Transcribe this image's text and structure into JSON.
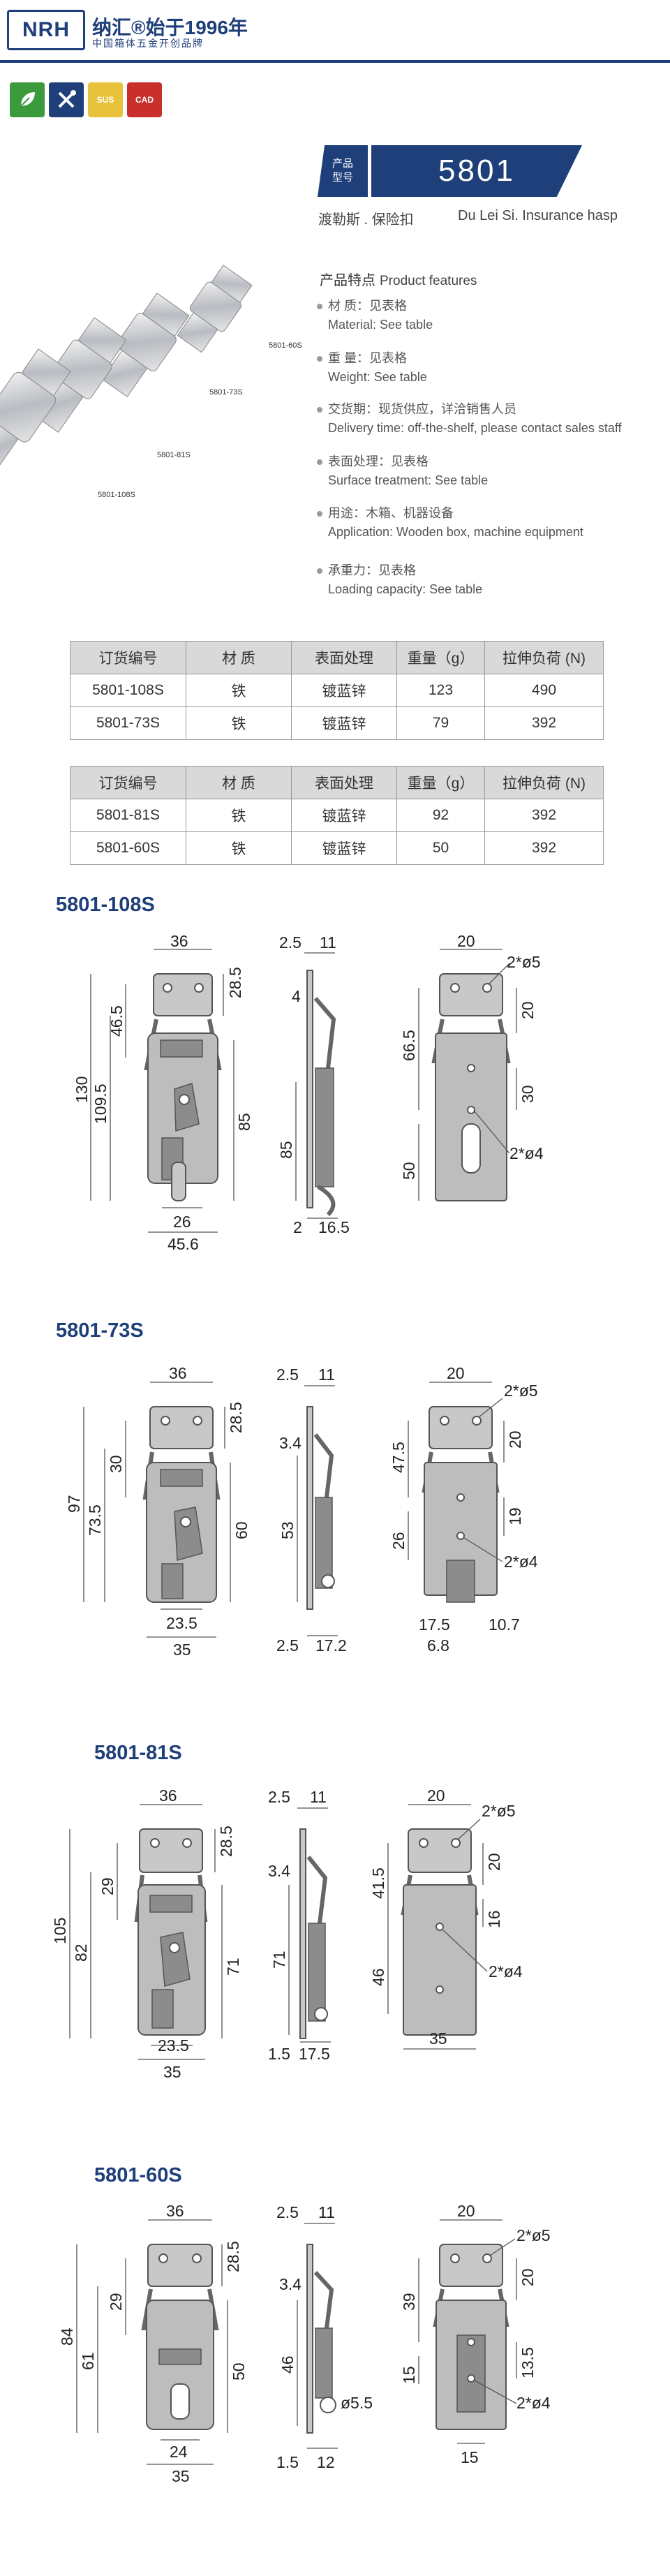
{
  "header": {
    "logo_text": "NRH",
    "brand_name": "纳汇®始于1996年",
    "brand_sub": "中国箱体五金开创品牌",
    "badges": [
      {
        "label": "ECO",
        "icon": "eco-leaf-icon",
        "color": "#3a9a3c"
      },
      {
        "label": "TOOL",
        "icon": "tools-icon",
        "color": "#1f3f7a"
      },
      {
        "label": "SUS",
        "icon": "sus-icon",
        "color": "#e8c23a"
      },
      {
        "label": "CAD",
        "icon": "cad-icon",
        "color": "#c9302c"
      }
    ]
  },
  "product": {
    "tag_line1": "产品",
    "tag_line2": "型号",
    "model": "5801",
    "name_cn": "渡勒斯 . 保险扣",
    "name_en": "Du Lei Si. Insurance hasp"
  },
  "photo": {
    "labels": [
      "5801-60S",
      "5801-73S",
      "5801-81S",
      "5801-108S"
    ]
  },
  "features": {
    "title_cn": "产品特点",
    "title_en": "Product features",
    "items": [
      {
        "cn": "材  质：见表格",
        "en": "Material: See table"
      },
      {
        "cn": "重  量：见表格",
        "en": "Weight: See table"
      },
      {
        "cn": "交货期：现货供应，详洽销售人员",
        "en": "Delivery time: off-the-shelf, please contact sales staff"
      },
      {
        "cn": "表面处理：见表格",
        "en": "Surface treatment:  See table"
      },
      {
        "cn": "用途：木箱、机器设备",
        "en": "Application: Wooden box, machine equipment"
      },
      {
        "cn": "承重力：见表格",
        "en": "Loading capacity: See table"
      }
    ]
  },
  "tables": [
    {
      "headers": [
        "订货编号",
        "材    质",
        "表面处理",
        "重量（g）",
        "拉伸负荷 (N)"
      ],
      "rows": [
        [
          "5801-108S",
          "铁",
          "镀蓝锌",
          "123",
          "490"
        ],
        [
          "5801-73S",
          "铁",
          "镀蓝锌",
          "79",
          "392"
        ]
      ]
    },
    {
      "headers": [
        "订货编号",
        "材    质",
        "表面处理",
        "重量（g）",
        "拉伸负荷 (N)"
      ],
      "rows": [
        [
          "5801-81S",
          "铁",
          "镀蓝锌",
          "92",
          "392"
        ],
        [
          "5801-60S",
          "铁",
          "镀蓝锌",
          "50",
          "392"
        ]
      ]
    }
  ],
  "drawings": [
    {
      "title": "5801-108S",
      "dims": [
        "36",
        "28.5",
        "46.5",
        "130",
        "109.5",
        "85",
        "26",
        "45.6",
        "2.5",
        "11",
        "4",
        "85",
        "2",
        "16.5",
        "20",
        "2*ø5",
        "20",
        "66.5",
        "30",
        "2*ø4",
        "50"
      ]
    },
    {
      "title": "5801-73S",
      "dims": [
        "36",
        "28.5",
        "30",
        "97",
        "73.5",
        "60",
        "23.5",
        "35",
        "2.5",
        "11",
        "3.4",
        "53",
        "2.5",
        "17.2",
        "20",
        "2*ø5",
        "20",
        "47.5",
        "19",
        "26",
        "2*ø4",
        "17.5",
        "6.8",
        "10.7"
      ]
    },
    {
      "title": "5801-81S",
      "dims": [
        "36",
        "28.5",
        "29",
        "105",
        "82",
        "71",
        "23.5",
        "35",
        "2.5",
        "11",
        "3.4",
        "71",
        "1.5",
        "17.5",
        "20",
        "2*ø5",
        "20",
        "41.5",
        "16",
        "46",
        "2*ø4",
        "35"
      ]
    },
    {
      "title": "5801-60S",
      "dims": [
        "36",
        "28.5",
        "29",
        "84",
        "61",
        "50",
        "24",
        "35",
        "2.5",
        "11",
        "3.4",
        "46",
        "ø5.5",
        "1.5",
        "12",
        "20",
        "2*ø5",
        "20",
        "39",
        "13.5",
        "15",
        "2*ø4",
        "15"
      ]
    }
  ]
}
